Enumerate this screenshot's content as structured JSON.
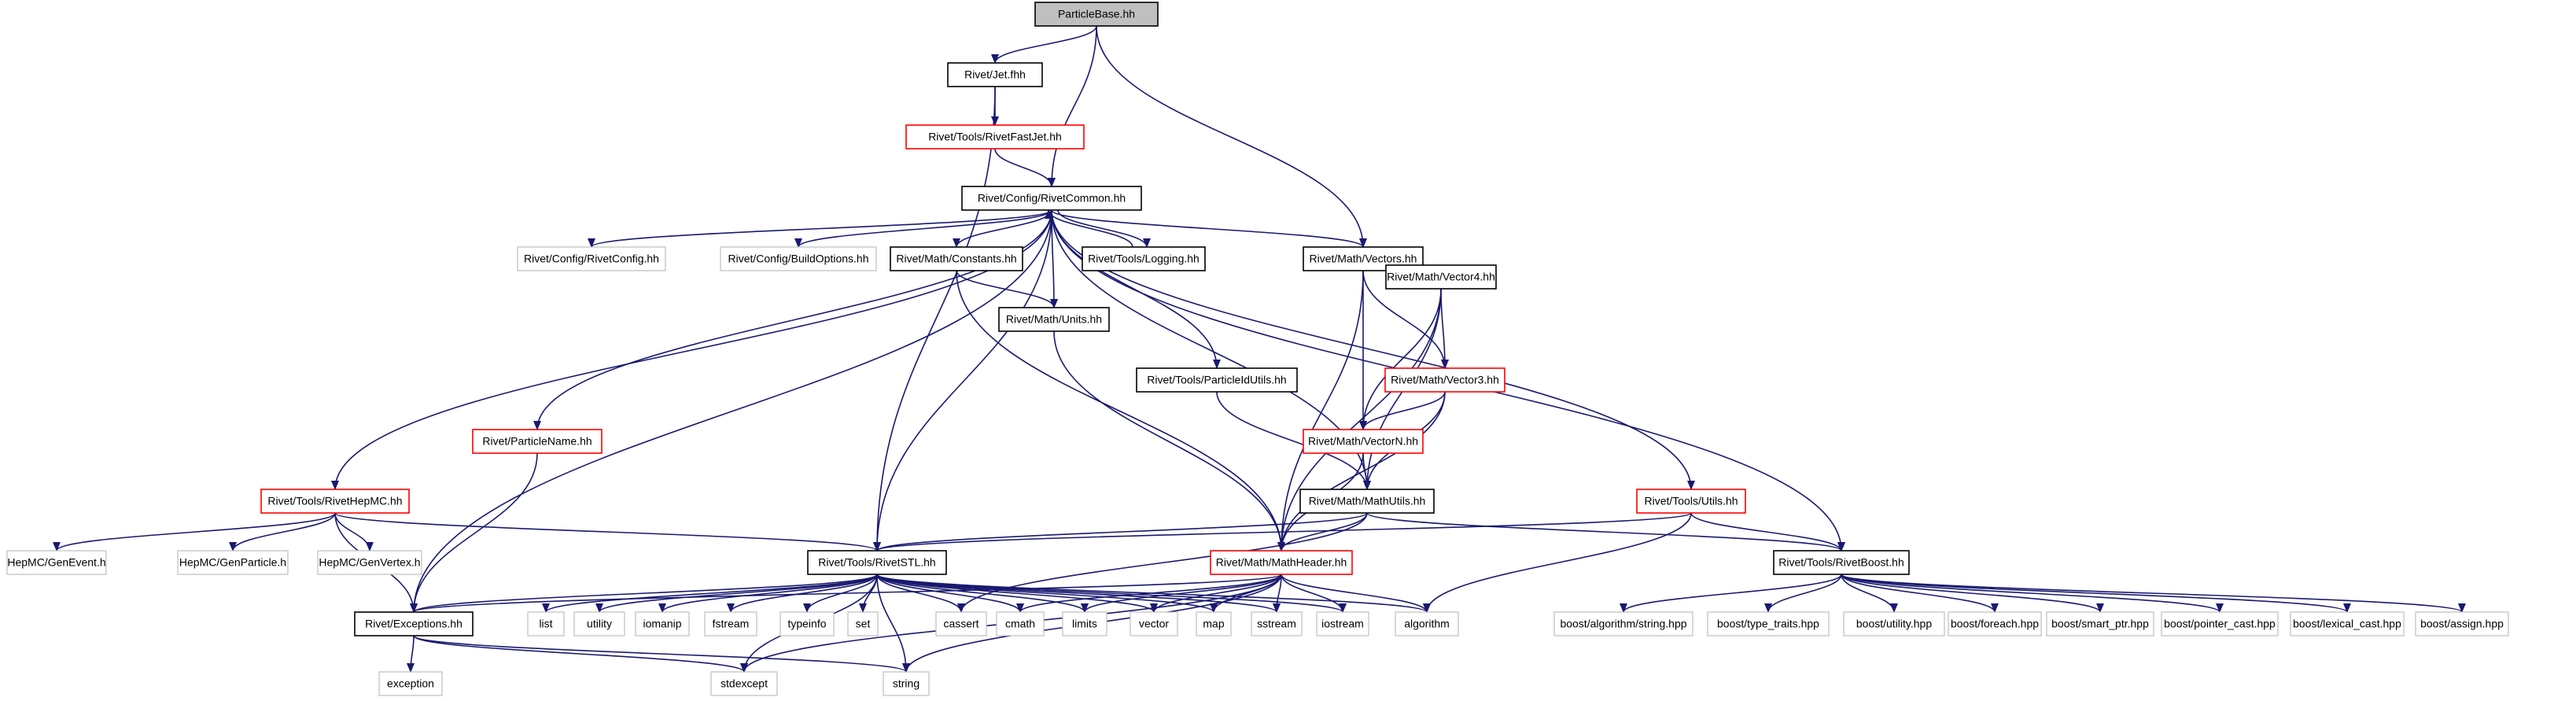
{
  "diagram": {
    "type": "include-dependency-graph",
    "colors": {
      "edge": "#191970",
      "node_border_full": "#000000",
      "node_border_partial": "#ff0000",
      "node_border_external": "#bfbfbf",
      "node_fill": "#ffffff",
      "root_fill": "#bfbfbf",
      "text": "#000000"
    },
    "nodes": [
      {
        "id": "particlebase",
        "label": "ParticleBase.hh",
        "style": "root"
      },
      {
        "id": "jetfhh",
        "label": "Rivet/Jet.fhh",
        "style": "full"
      },
      {
        "id": "fastjet",
        "label": "Rivet/Tools/RivetFastJet.hh",
        "style": "partial"
      },
      {
        "id": "common",
        "label": "Rivet/Config/RivetCommon.hh",
        "style": "full"
      },
      {
        "id": "rivetconfig",
        "label": "Rivet/Config/RivetConfig.hh",
        "style": "external"
      },
      {
        "id": "buildopts",
        "label": "Rivet/Config/BuildOptions.hh",
        "style": "external"
      },
      {
        "id": "constants",
        "label": "Rivet/Math/Constants.hh",
        "style": "full"
      },
      {
        "id": "logging",
        "label": "Rivet/Tools/Logging.hh",
        "style": "full"
      },
      {
        "id": "vectors",
        "label": "Rivet/Math/Vectors.hh",
        "style": "full"
      },
      {
        "id": "units",
        "label": "Rivet/Math/Units.hh",
        "style": "full"
      },
      {
        "id": "vector4",
        "label": "Rivet/Math/Vector4.hh",
        "style": "full"
      },
      {
        "id": "pidutils",
        "label": "Rivet/Tools/ParticleIdUtils.hh",
        "style": "full"
      },
      {
        "id": "vector3",
        "label": "Rivet/Math/Vector3.hh",
        "style": "partial"
      },
      {
        "id": "particlename",
        "label": "Rivet/ParticleName.hh",
        "style": "partial"
      },
      {
        "id": "vectorn",
        "label": "Rivet/Math/VectorN.hh",
        "style": "partial"
      },
      {
        "id": "hepmc",
        "label": "Rivet/Tools/RivetHepMC.hh",
        "style": "partial"
      },
      {
        "id": "mathutils",
        "label": "Rivet/Math/MathUtils.hh",
        "style": "full"
      },
      {
        "id": "toolsutils",
        "label": "Rivet/Tools/Utils.hh",
        "style": "partial"
      },
      {
        "id": "genevent",
        "label": "HepMC/GenEvent.h",
        "style": "external"
      },
      {
        "id": "genparticle",
        "label": "HepMC/GenParticle.h",
        "style": "external"
      },
      {
        "id": "genvertex",
        "label": "HepMC/GenVertex.h",
        "style": "external"
      },
      {
        "id": "stl",
        "label": "Rivet/Tools/RivetSTL.hh",
        "style": "full"
      },
      {
        "id": "mathheader",
        "label": "Rivet/Math/MathHeader.hh",
        "style": "partial"
      },
      {
        "id": "boost",
        "label": "Rivet/Tools/RivetBoost.hh",
        "style": "full"
      },
      {
        "id": "exceptions",
        "label": "Rivet/Exceptions.hh",
        "style": "full"
      },
      {
        "id": "list",
        "label": "list",
        "style": "external"
      },
      {
        "id": "utility",
        "label": "utility",
        "style": "external"
      },
      {
        "id": "iomanip",
        "label": "iomanip",
        "style": "external"
      },
      {
        "id": "fstream",
        "label": "fstream",
        "style": "external"
      },
      {
        "id": "typeinfo",
        "label": "typeinfo",
        "style": "external"
      },
      {
        "id": "set",
        "label": "set",
        "style": "external"
      },
      {
        "id": "cassert",
        "label": "cassert",
        "style": "external"
      },
      {
        "id": "cmath",
        "label": "cmath",
        "style": "external"
      },
      {
        "id": "limits",
        "label": "limits",
        "style": "external"
      },
      {
        "id": "vector",
        "label": "vector",
        "style": "external"
      },
      {
        "id": "map",
        "label": "map",
        "style": "external"
      },
      {
        "id": "sstream",
        "label": "sstream",
        "style": "external"
      },
      {
        "id": "iostream",
        "label": "iostream",
        "style": "external"
      },
      {
        "id": "algorithm",
        "label": "algorithm",
        "style": "external"
      },
      {
        "id": "balgstring",
        "label": "boost/algorithm/string.hpp",
        "style": "external"
      },
      {
        "id": "btypetraits",
        "label": "boost/type_traits.hpp",
        "style": "external"
      },
      {
        "id": "butility",
        "label": "boost/utility.hpp",
        "style": "external"
      },
      {
        "id": "bforeach",
        "label": "boost/foreach.hpp",
        "style": "external"
      },
      {
        "id": "bsmartptr",
        "label": "boost/smart_ptr.hpp",
        "style": "external"
      },
      {
        "id": "bpointercast",
        "label": "boost/pointer_cast.hpp",
        "style": "external"
      },
      {
        "id": "blexicalcast",
        "label": "boost/lexical_cast.hpp",
        "style": "external"
      },
      {
        "id": "bassign",
        "label": "boost/assign.hpp",
        "style": "external"
      },
      {
        "id": "exception",
        "label": "exception",
        "style": "external"
      },
      {
        "id": "stdexcept",
        "label": "stdexcept",
        "style": "external"
      },
      {
        "id": "string",
        "label": "string",
        "style": "external"
      }
    ],
    "edges": [
      [
        "particlebase",
        "jetfhh"
      ],
      [
        "particlebase",
        "common"
      ],
      [
        "particlebase",
        "vectors"
      ],
      [
        "jetfhh",
        "fastjet"
      ],
      [
        "jetfhh",
        "stl"
      ],
      [
        "fastjet",
        "common"
      ],
      [
        "common",
        "rivetconfig"
      ],
      [
        "common",
        "buildopts"
      ],
      [
        "common",
        "constants"
      ],
      [
        "common",
        "logging"
      ],
      [
        "common",
        "vectors"
      ],
      [
        "common",
        "units"
      ],
      [
        "common",
        "pidutils"
      ],
      [
        "common",
        "particlename"
      ],
      [
        "common",
        "hepmc"
      ],
      [
        "common",
        "mathutils"
      ],
      [
        "common",
        "toolsutils"
      ],
      [
        "common",
        "stl"
      ],
      [
        "common",
        "boost"
      ],
      [
        "common",
        "exceptions"
      ],
      [
        "logging",
        "common"
      ],
      [
        "constants",
        "units"
      ],
      [
        "constants",
        "mathheader"
      ],
      [
        "units",
        "mathheader"
      ],
      [
        "vectors",
        "vector4"
      ],
      [
        "vectors",
        "vector3"
      ],
      [
        "vectors",
        "vectorn"
      ],
      [
        "vectors",
        "mathheader"
      ],
      [
        "vector4",
        "vector3"
      ],
      [
        "vector4",
        "vectorn"
      ],
      [
        "vector4",
        "mathutils"
      ],
      [
        "vector4",
        "mathheader"
      ],
      [
        "vector3",
        "vectorn"
      ],
      [
        "vector3",
        "mathutils"
      ],
      [
        "vector3",
        "mathheader"
      ],
      [
        "vectorn",
        "mathutils"
      ],
      [
        "vectorn",
        "mathheader"
      ],
      [
        "pidutils",
        "mathutils"
      ],
      [
        "mathutils",
        "stl"
      ],
      [
        "mathutils",
        "mathheader"
      ],
      [
        "mathutils",
        "boost"
      ],
      [
        "mathutils",
        "cassert"
      ],
      [
        "toolsutils",
        "stl"
      ],
      [
        "toolsutils",
        "boost"
      ],
      [
        "toolsutils",
        "algorithm"
      ],
      [
        "particlename",
        "exceptions"
      ],
      [
        "hepmc",
        "genevent"
      ],
      [
        "hepmc",
        "genparticle"
      ],
      [
        "hepmc",
        "genvertex"
      ],
      [
        "hepmc",
        "stl"
      ],
      [
        "hepmc",
        "exceptions"
      ],
      [
        "stl",
        "exceptions"
      ],
      [
        "stl",
        "list"
      ],
      [
        "stl",
        "utility"
      ],
      [
        "stl",
        "iomanip"
      ],
      [
        "stl",
        "fstream"
      ],
      [
        "stl",
        "typeinfo"
      ],
      [
        "stl",
        "set"
      ],
      [
        "stl",
        "cassert"
      ],
      [
        "stl",
        "cmath"
      ],
      [
        "stl",
        "limits"
      ],
      [
        "stl",
        "vector"
      ],
      [
        "stl",
        "map"
      ],
      [
        "stl",
        "sstream"
      ],
      [
        "stl",
        "iostream"
      ],
      [
        "stl",
        "algorithm"
      ],
      [
        "stl",
        "stdexcept"
      ],
      [
        "stl",
        "string"
      ],
      [
        "mathheader",
        "exceptions"
      ],
      [
        "mathheader",
        "cmath"
      ],
      [
        "mathheader",
        "limits"
      ],
      [
        "mathheader",
        "vector"
      ],
      [
        "mathheader",
        "map"
      ],
      [
        "mathheader",
        "sstream"
      ],
      [
        "mathheader",
        "iostream"
      ],
      [
        "mathheader",
        "algorithm"
      ],
      [
        "mathheader",
        "stdexcept"
      ],
      [
        "mathheader",
        "string"
      ],
      [
        "boost",
        "balgstring"
      ],
      [
        "boost",
        "btypetraits"
      ],
      [
        "boost",
        "butility"
      ],
      [
        "boost",
        "bforeach"
      ],
      [
        "boost",
        "bsmartptr"
      ],
      [
        "boost",
        "bpointercast"
      ],
      [
        "boost",
        "blexicalcast"
      ],
      [
        "boost",
        "bassign"
      ],
      [
        "exceptions",
        "exception"
      ],
      [
        "exceptions",
        "stdexcept"
      ],
      [
        "exceptions",
        "string"
      ]
    ]
  }
}
